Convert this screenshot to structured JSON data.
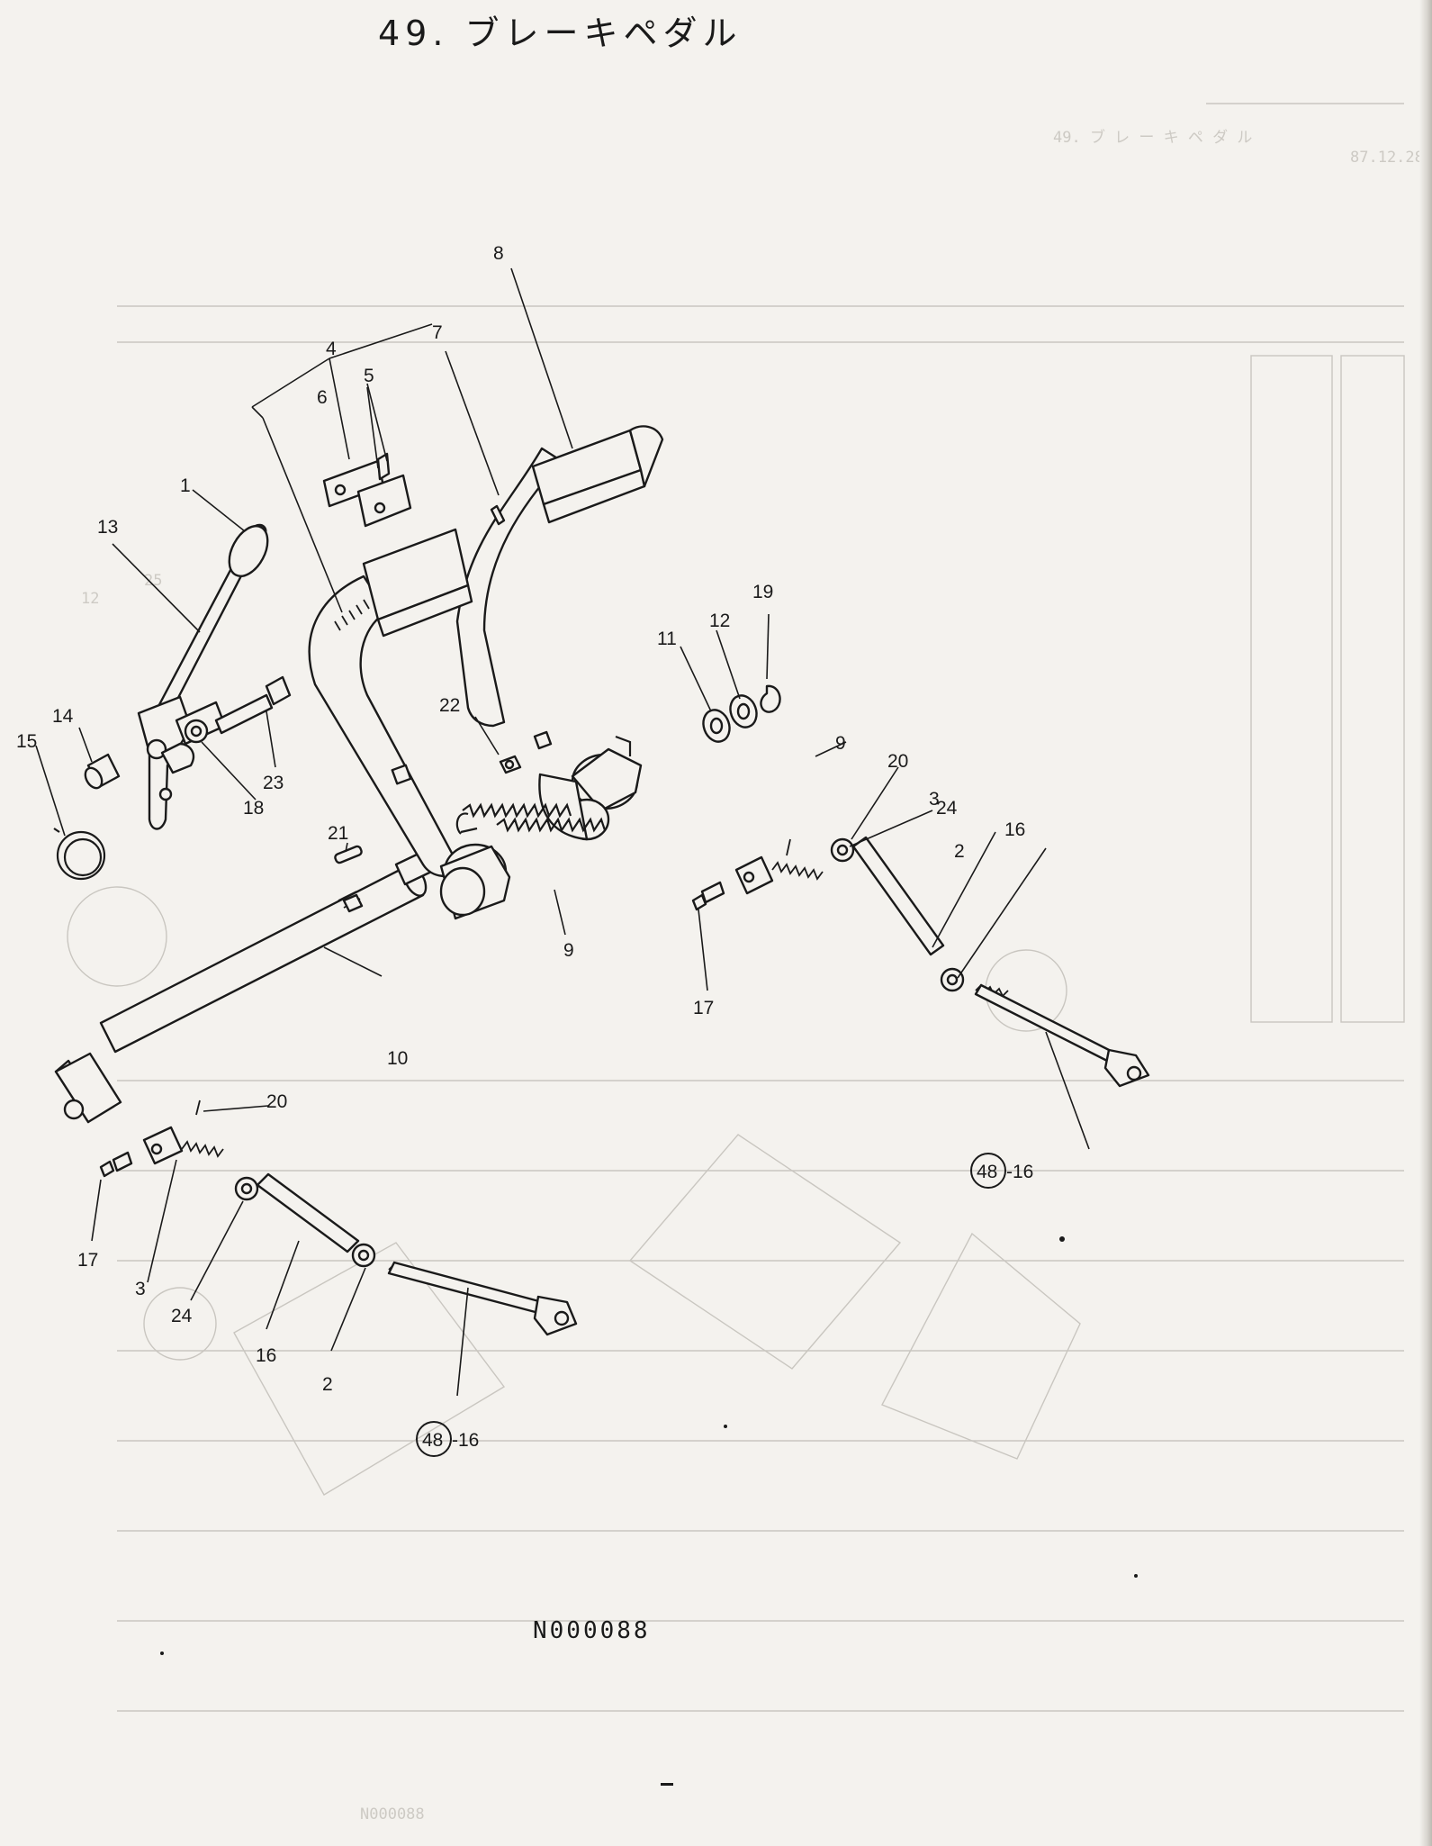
{
  "page": {
    "title": "49. ブレーキペダル",
    "drawing_code": "N000088"
  },
  "callouts": [
    "1",
    "2",
    "3",
    "4",
    "5",
    "6",
    "7",
    "8",
    "9",
    "10",
    "11",
    "12",
    "13",
    "14",
    "15",
    "16",
    "17",
    "18",
    "19",
    "20",
    "21",
    "22",
    "23",
    "24"
  ],
  "cross_reference": {
    "circled": "48",
    "suffix": "-16"
  }
}
